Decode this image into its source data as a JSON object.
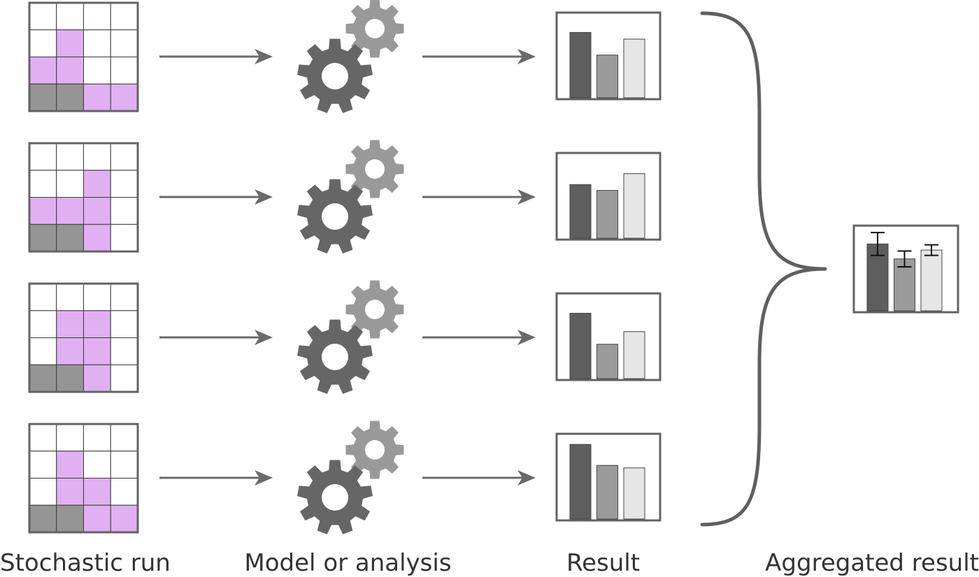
{
  "labels": {
    "stochastic_run": "Stochastic run",
    "model": "Model or analysis",
    "result": "Result",
    "aggregated": "Aggregated result"
  },
  "colors": {
    "fill_cell": "#e0b0f2",
    "base_cell": "#959595",
    "empty_cell": "#ffffff",
    "stroke": "#636363",
    "gear_dark": "#666666",
    "gear_light": "#999999",
    "bar_dark": "#5e5e5e",
    "bar_mid": "#9b9b9b",
    "bar_light": "#e6e6e6",
    "label_text": "#333333"
  },
  "icons": {
    "process": "gears-icon",
    "arrow": "arrow-right-icon",
    "brace": "right-brace-icon"
  },
  "runs": [
    {
      "grid": [
        [
          0,
          0,
          0,
          0
        ],
        [
          0,
          1,
          0,
          0
        ],
        [
          1,
          1,
          0,
          0
        ],
        [
          2,
          2,
          1,
          1
        ]
      ],
      "result": [
        0.78,
        0.51,
        0.7
      ]
    },
    {
      "grid": [
        [
          0,
          0,
          0,
          0
        ],
        [
          0,
          0,
          1,
          0
        ],
        [
          1,
          1,
          1,
          0
        ],
        [
          2,
          2,
          1,
          0
        ]
      ],
      "result": [
        0.64,
        0.57,
        0.77
      ]
    },
    {
      "grid": [
        [
          0,
          0,
          0,
          0
        ],
        [
          0,
          1,
          1,
          0
        ],
        [
          0,
          1,
          1,
          0
        ],
        [
          2,
          2,
          1,
          0
        ]
      ],
      "result": [
        0.78,
        0.41,
        0.56
      ]
    },
    {
      "grid": [
        [
          0,
          0,
          0,
          0
        ],
        [
          0,
          1,
          0,
          0
        ],
        [
          0,
          1,
          1,
          0
        ],
        [
          2,
          2,
          1,
          1
        ]
      ],
      "result": [
        0.89,
        0.64,
        0.61
      ]
    }
  ],
  "aggregated": {
    "values": [
      0.76,
      0.59,
      0.69
    ],
    "errors": [
      0.13,
      0.09,
      0.06
    ]
  }
}
